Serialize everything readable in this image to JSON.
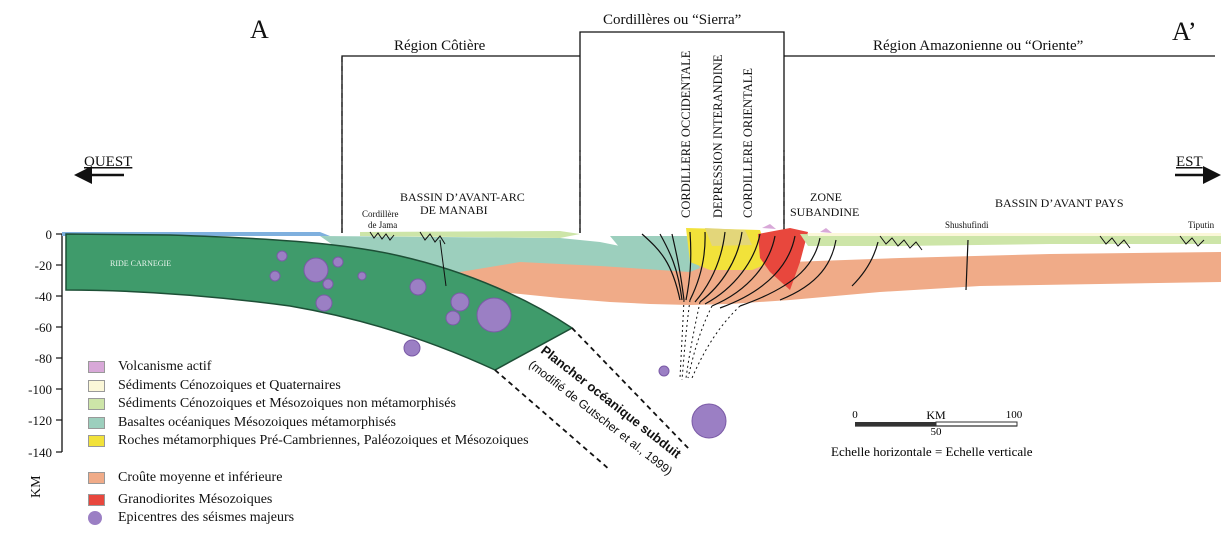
{
  "labels": {
    "left_section": "A",
    "right_section": "A’",
    "region_coastal": "Région Côtière",
    "region_sierra": "Cordillères ou “Sierra”",
    "region_oriente": "Région Amazonienne ou “Oriente”",
    "west": "OUEST",
    "east": "EST",
    "bassin_manabi_1": "BASSIN D’AVANT-ARC",
    "bassin_manabi_2": "DE MANABI",
    "cordillere_jama_1": "Cordillère",
    "cordillere_jama_2": "de Jama",
    "cordillere_occidentale": "CORDILLERE OCCIDENTALE",
    "depression_interandine": "DEPRESSION INTERANDINE",
    "cordillere_orientale": "CORDILLERE ORIENTALE",
    "zone_subandine_1": "ZONE",
    "zone_subandine_2": "SUBANDINE",
    "bassin_avant_pays": "BASSIN D’AVANT PAYS",
    "shushufindi": "Shushufindi",
    "tiputini": "Tiputin",
    "ride_carnegie": "RIDE CARNEGIE",
    "plancher_1": "Plancher océanique subduit",
    "plancher_2": "(modifié de Gutscher et al., 1999)"
  },
  "depth_axis": {
    "unit": "KM",
    "ticks": [
      "0",
      "-20",
      "-40",
      "-60",
      "-80",
      "-100",
      "-120",
      "-140"
    ]
  },
  "scale_bar": {
    "ticks": [
      "0",
      "50",
      "100"
    ],
    "unit": "KM",
    "note": "Echelle horizontale = Echelle verticale"
  },
  "legend": [
    {
      "label": "Volcanisme actif",
      "color": "#d8a8d8"
    },
    {
      "label": "Sédiments Cénozoiques et Quaternaires",
      "color": "#fbf7d8"
    },
    {
      "label": "Sédiments Cénozoiques et Mésozoiques non métamorphisés",
      "color": "#cde5a8"
    },
    {
      "label": "Basaltes océaniques Mésozoiques métamorphisés",
      "color": "#9ccfbd"
    },
    {
      "label": "Roches métamorphiques Pré-Cambriennes, Paléozoiques et Mésozoiques",
      "color": "#f2e23a"
    },
    {
      "label": "Croûte moyenne et inférieure",
      "color": "#f0ab88"
    },
    {
      "label": "Granodiorites Mésozoiques",
      "color": "#e8473d"
    },
    {
      "label": "Epicentres des séismes majeurs",
      "color": "#9b7fc4"
    }
  ],
  "colors": {
    "oceanic_plate": "#3f9b6b",
    "ocean": "#7fb0de"
  }
}
